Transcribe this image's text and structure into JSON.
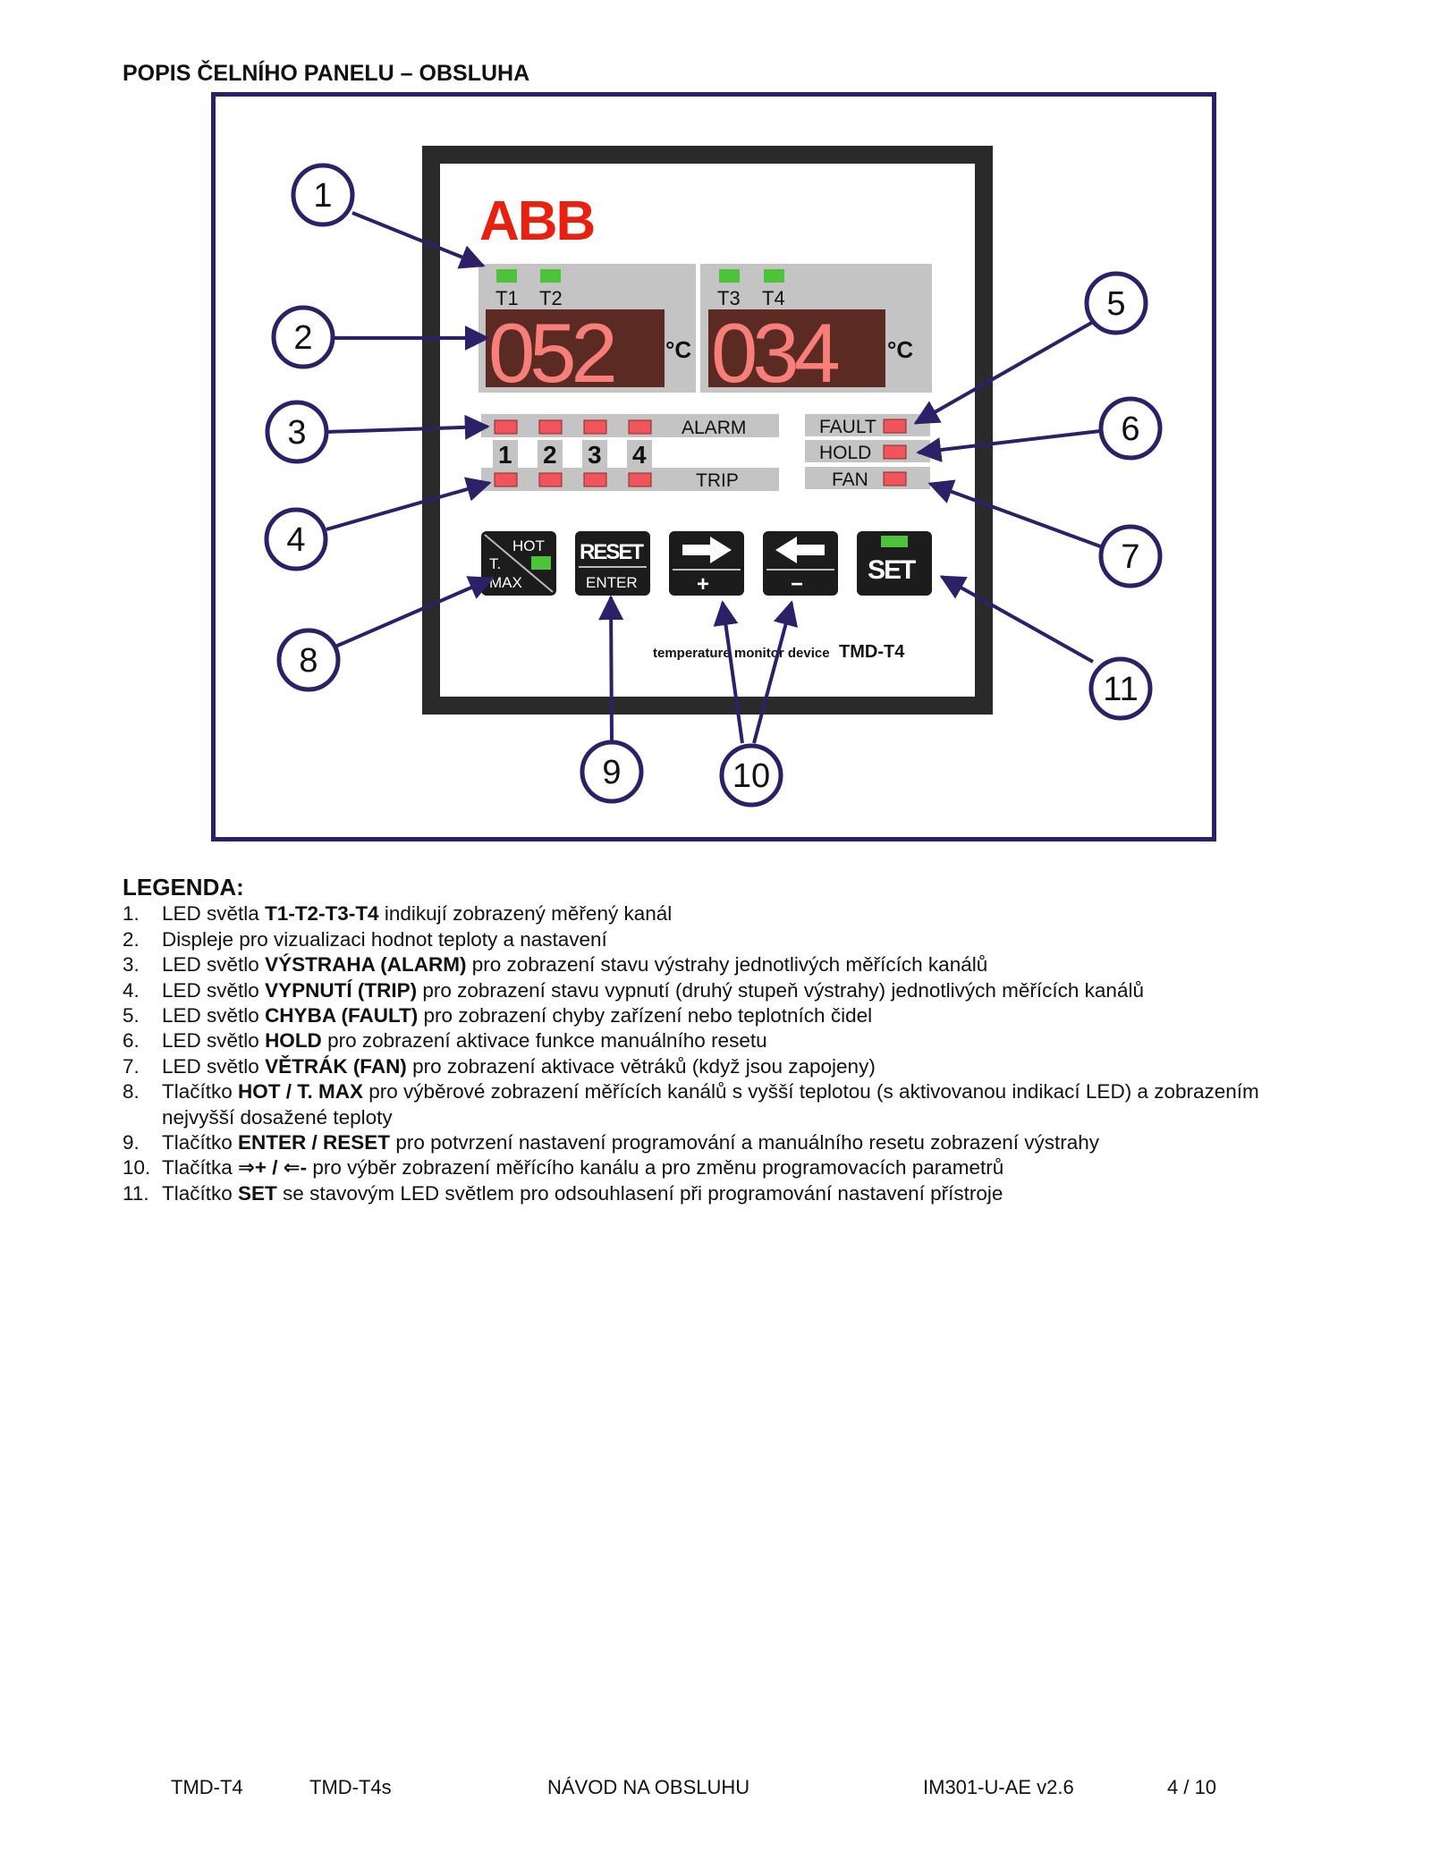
{
  "page_title": "POPIS ČELNÍHO PANELU – OBSLUHA",
  "colors": {
    "frame": "#2e2068",
    "abb_red": "#e8200f",
    "led_green": "#4dc33a",
    "led_red": "#f2545b",
    "display_bg": "#5b2a22",
    "display_digits": "#f87f79",
    "panel_grey": "#c4c4c4",
    "bezel": "#2a2a2a",
    "callout": "#2e2068"
  },
  "device": {
    "logo": "ABB",
    "channels_left": [
      "T1",
      "T2"
    ],
    "channels_right": [
      "T3",
      "T4"
    ],
    "display_left": "052",
    "display_right": "034",
    "unit": "°C",
    "alarm_label": "ALARM",
    "trip_label": "TRIP",
    "channel_numbers": [
      "1",
      "2",
      "3",
      "4"
    ],
    "status": [
      "FAULT",
      "HOLD",
      "FAN"
    ],
    "buttons": {
      "hot_top": "HOT",
      "hot_t": "T.",
      "hot_max": "MAX",
      "reset_top": "RESET",
      "reset_bottom": "ENTER",
      "right_arrow": "→",
      "plus": "+",
      "left_arrow": "←",
      "minus": "−",
      "set": "SET"
    },
    "caption_small": "temperature monitor device",
    "caption_model": "TMD-T4"
  },
  "callouts": [
    "1",
    "2",
    "3",
    "4",
    "5",
    "6",
    "7",
    "8",
    "9",
    "10",
    "11"
  ],
  "legend": {
    "title": "LEGENDA:",
    "items": [
      {
        "num": "1.",
        "pre": "LED světla ",
        "bold": "T1-T2-T3-T4",
        "post": " indikují zobrazený měřený kanál"
      },
      {
        "num": "2.",
        "pre": "Displeje pro vizualizaci hodnot teploty a nastavení",
        "bold": "",
        "post": ""
      },
      {
        "num": "3.",
        "pre": "LED světlo ",
        "bold": "VÝSTRAHA (ALARM)",
        "post": " pro zobrazení stavu výstrahy jednotlivých měřících kanálů"
      },
      {
        "num": "4.",
        "pre": "LED světlo ",
        "bold": "VYPNUTÍ (TRIP)",
        "post": " pro zobrazení stavu vypnutí (druhý stupeň výstrahy) jednotlivých měřících kanálů"
      },
      {
        "num": "5.",
        "pre": "LED světlo ",
        "bold": "CHYBA (FAULT)",
        "post": " pro zobrazení chyby zařízení nebo teplotních čidel"
      },
      {
        "num": "6.",
        "pre": "LED světlo ",
        "bold": "HOLD",
        "post": " pro zobrazení aktivace funkce manuálního resetu"
      },
      {
        "num": "7.",
        "pre": "LED světlo ",
        "bold": "VĚTRÁK (FAN)",
        "post": " pro zobrazení aktivace větráků (když jsou zapojeny)"
      },
      {
        "num": "8.",
        "pre": "Tlačítko ",
        "bold": "HOT / T. MAX",
        "post": " pro výběrové zobrazení měřících kanálů s vyšší teplotou (s aktivovanou indikací LED) a zobrazením nejvyšší dosažené teploty"
      },
      {
        "num": "9.",
        "pre": "Tlačítko ",
        "bold": "ENTER / RESET",
        "post": " pro potvrzení nastavení programování a manuálního resetu zobrazení výstrahy"
      },
      {
        "num": "10.",
        "pre": "Tlačítka ",
        "bold": "⇒+ / ⇐-",
        "post": " pro výběr zobrazení měřícího kanálu a pro změnu programovacích parametrů"
      },
      {
        "num": "11.",
        "pre": "Tlačítko ",
        "bold": "SET",
        "post": " se stavovým LED světlem pro odsouhlasení při programování nastavení přístroje"
      }
    ]
  },
  "footer": {
    "model1": "TMD-T4",
    "model2": "TMD-T4s",
    "doc": "NÁVOD NA OBSLUHU",
    "code": "IM301-U-AE v2.6",
    "page": "4 / 10"
  }
}
